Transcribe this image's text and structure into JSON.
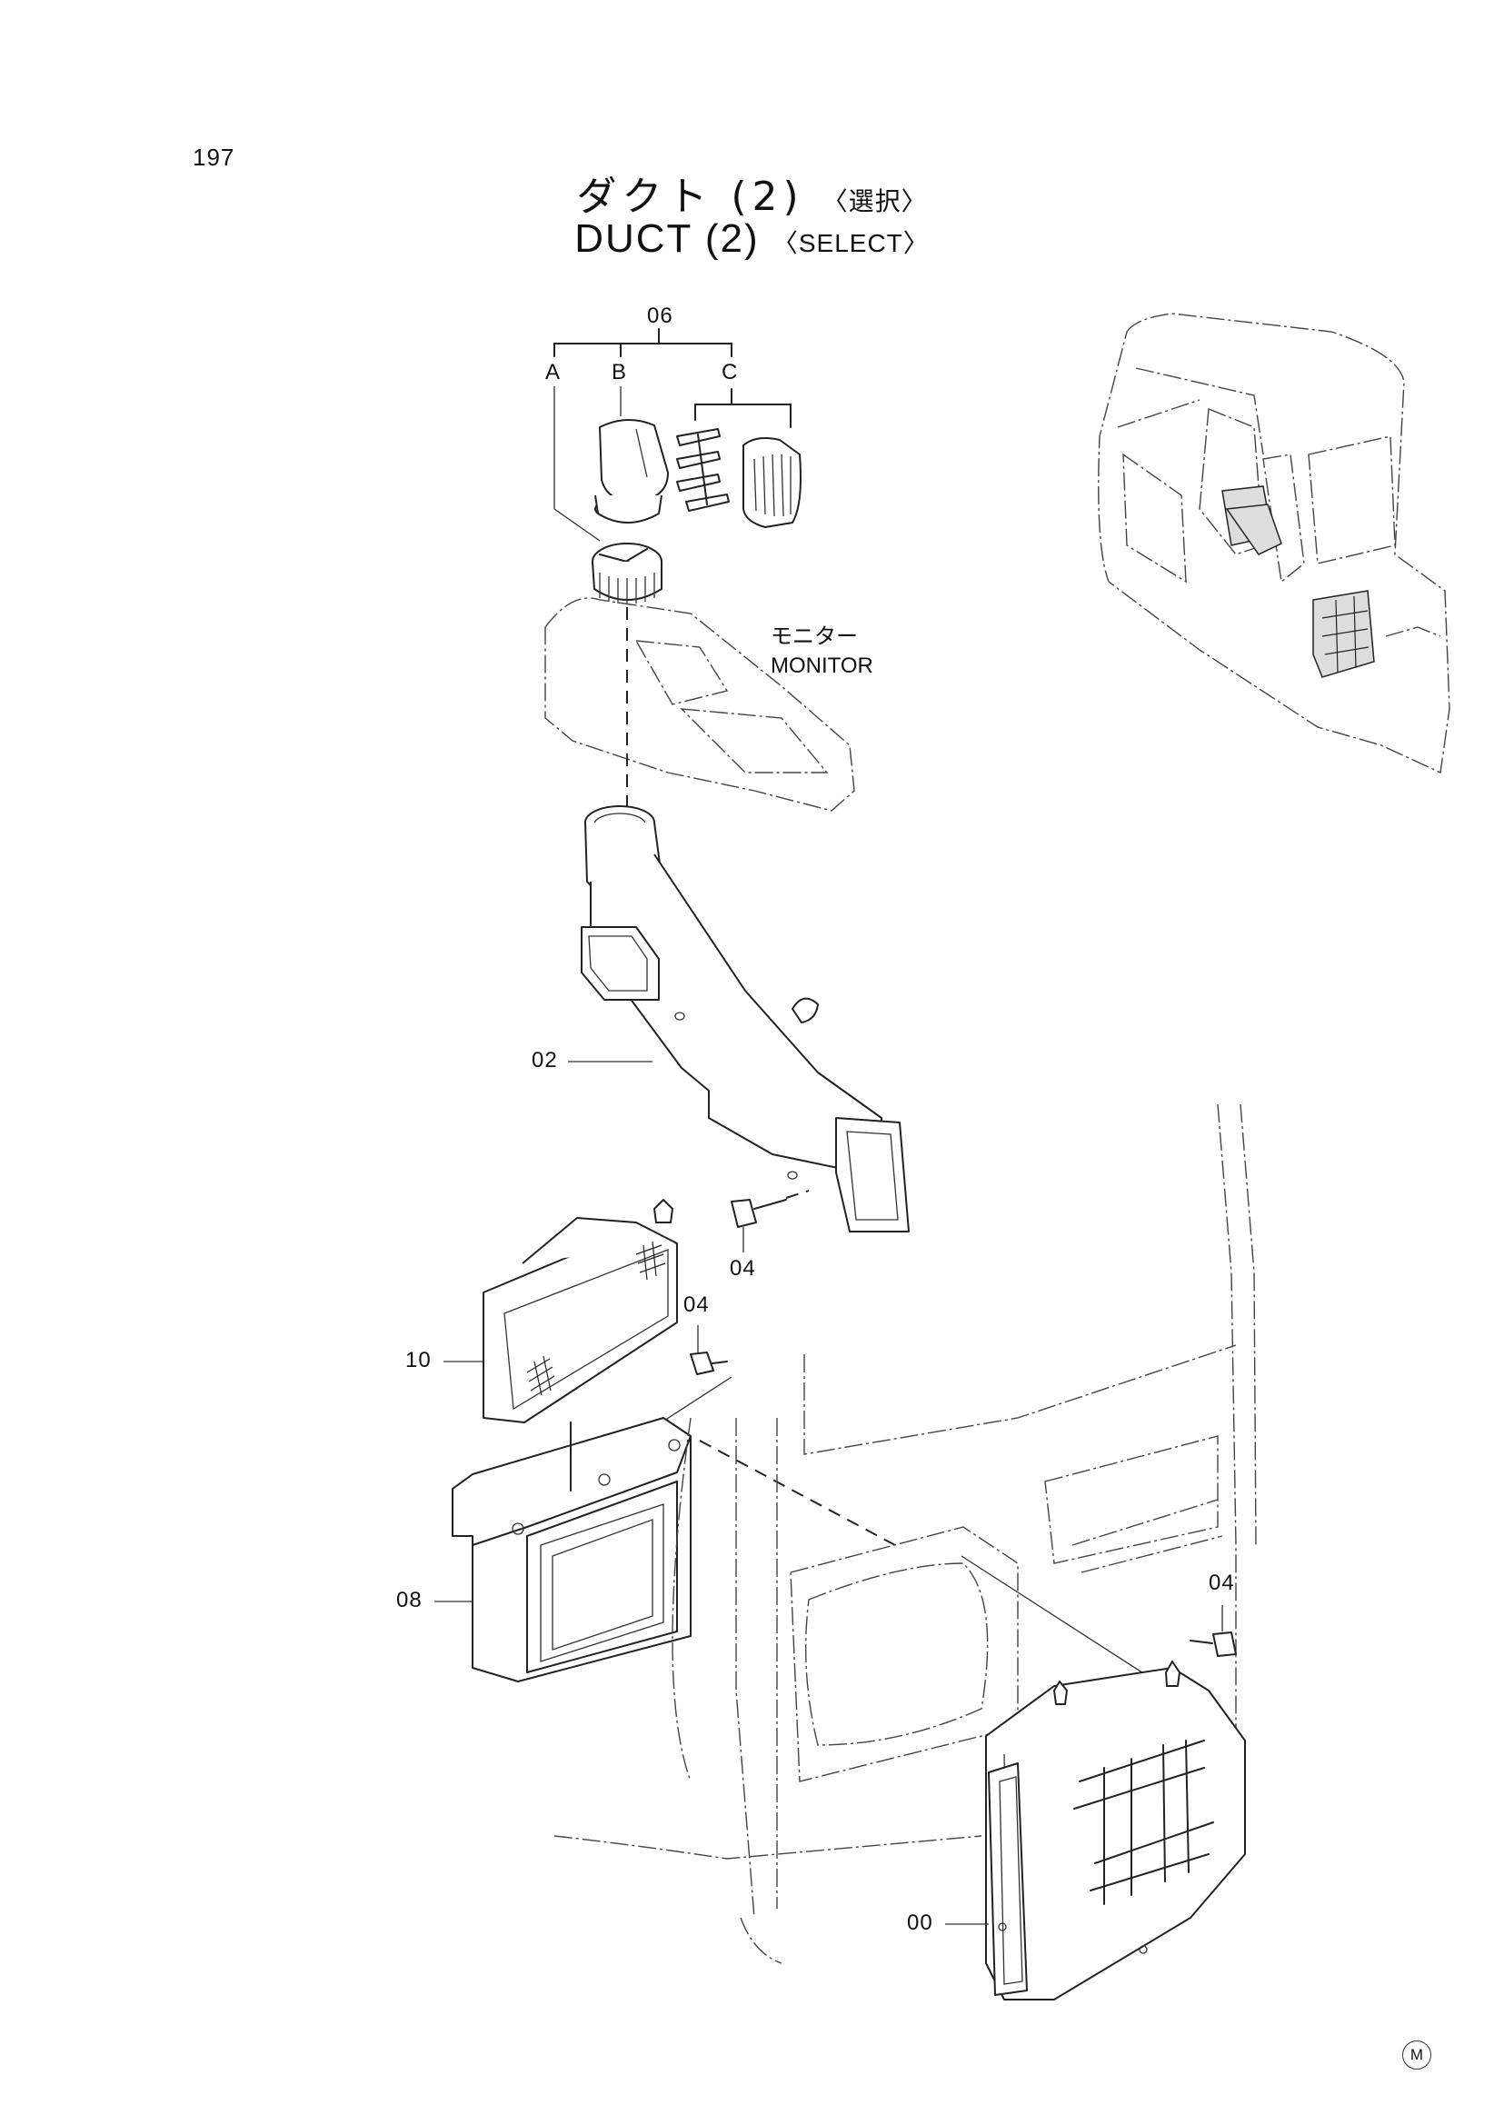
{
  "page": {
    "number": "197"
  },
  "title": {
    "jp": "ダクト (2)",
    "jp_sub": "〈選択〉",
    "en": "DUCT (2)",
    "en_sub": "〈SELECT〉"
  },
  "callouts": {
    "p06": "06",
    "p06_A": "A",
    "p06_B": "B",
    "p06_C": "C",
    "p02": "02",
    "p04_a": "04",
    "p04_b": "04",
    "p04_c": "04",
    "p10": "10",
    "p08": "08",
    "p00": "00"
  },
  "monitor": {
    "jp": "モニター",
    "en": "MONITOR"
  },
  "mark": "M"
}
